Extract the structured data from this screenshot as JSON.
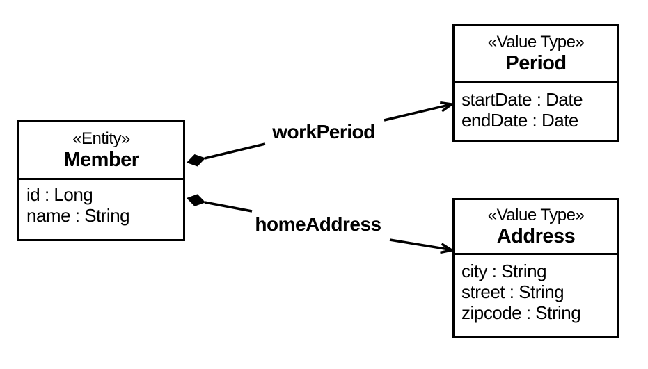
{
  "diagram": {
    "type": "uml-class-diagram",
    "background_color": "#ffffff",
    "line_color": "#000000",
    "classes": [
      {
        "stereotype": "«Entity»",
        "name": "Member",
        "attributes": [
          "id : Long",
          "name : String"
        ]
      },
      {
        "stereotype": "«Value Type»",
        "name": "Period",
        "attributes": [
          "startDate : Date",
          "endDate : Date"
        ]
      },
      {
        "stereotype": "«Value Type»",
        "name": "Address",
        "attributes": [
          "city : String",
          "street : String",
          "zipcode : String"
        ]
      }
    ],
    "associations": [
      {
        "label": "workPeriod",
        "from": "Member",
        "to": "Period",
        "kind": "composition",
        "source_marker": "filled-diamond",
        "target_marker": "open-arrow"
      },
      {
        "label": "homeAddress",
        "from": "Member",
        "to": "Address",
        "kind": "composition",
        "source_marker": "filled-diamond",
        "target_marker": "open-arrow"
      }
    ]
  }
}
